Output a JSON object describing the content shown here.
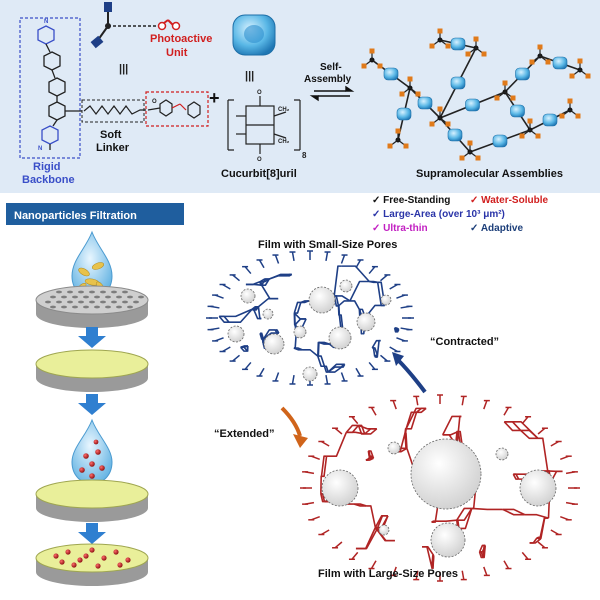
{
  "top": {
    "rigid_backbone": [
      "Rigid",
      "Backbone"
    ],
    "soft_linker": [
      "Soft",
      "Linker"
    ],
    "photoactive_unit": [
      "Photoactive",
      "Unit"
    ],
    "plus": "+",
    "equiv": "|||",
    "cucurbituril": "Cucurbit[8]uril",
    "cb_subscript": "8",
    "self_assembly": [
      "Self-",
      "Assembly"
    ],
    "supramolecular": "Supramolecular Assemblies",
    "molecule_labels": {
      "n": "N",
      "o": "O",
      "ch2": "CH₂"
    }
  },
  "features": [
    {
      "text": "Free-Standing",
      "color": "#111111"
    },
    {
      "text": "Water-Soluble",
      "color": "#d11f1f"
    },
    {
      "text": "Large-Area (over 10³ μm²)",
      "color": "#2a34a8"
    },
    {
      "text": "Ultra-thin",
      "color": "#c21fc2"
    },
    {
      "text": "Adaptive",
      "color": "#1d3f7a"
    }
  ],
  "check": "✓",
  "filtration_title": "Nanoparticles Filtration",
  "film_small": "Film with Small-Size Pores",
  "film_large": "Film with Large-Size Pores",
  "contracted": "“Contracted”",
  "extended": "“Extended”",
  "colors": {
    "top_bg": "#dfeaf6",
    "banner": "#1f5e9e",
    "blue_net": "#1e3f86",
    "red_net": "#b02424",
    "dish_top": "#e9ef9a",
    "dish_body": "#a9a9a9",
    "arrow": "#2f7fd0",
    "orange": "#d0641a",
    "droplet": "#89c6ea",
    "cb8": "#59b7e6",
    "nanoparticle": "#b01a1a",
    "photo_red": "#d11f1f",
    "rigid_blue": "#3a4fc8"
  }
}
